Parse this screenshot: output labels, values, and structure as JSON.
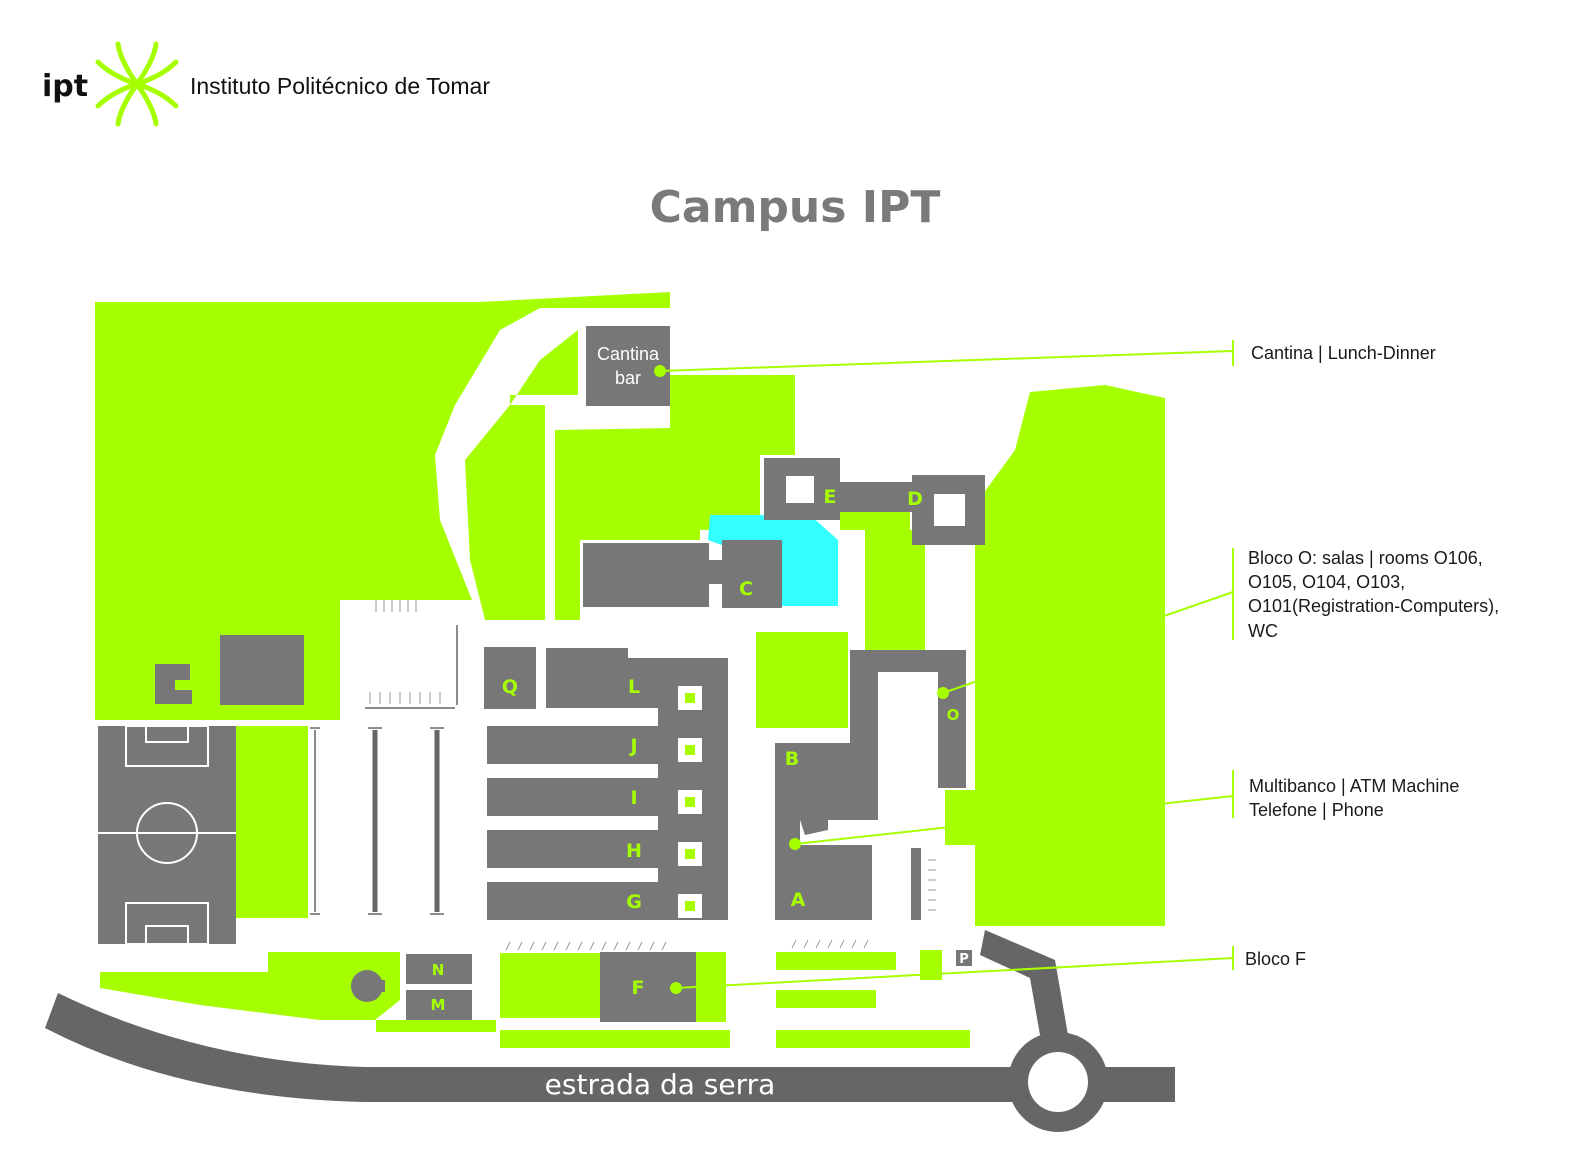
{
  "header": {
    "logo_abbr": "ipt",
    "institution": "Instituto Politécnico de Tomar",
    "title": "Campus IPT"
  },
  "map": {
    "road_label": "estrada da serra",
    "cantina_block": {
      "line1": "Cantina",
      "line2": "bar"
    },
    "blocks": {
      "A": "A",
      "B": "B",
      "C": "C",
      "D": "D",
      "E": "E",
      "F": "F",
      "G": "G",
      "H": "H",
      "I": "I",
      "J": "J",
      "L": "L",
      "M": "M",
      "N": "N",
      "O": "O",
      "Q": "Q"
    },
    "parking_symbol": "P"
  },
  "legend": {
    "cantina": "Cantina | Lunch-Dinner",
    "bloco_o": {
      "line1": "Bloco O: salas | rooms O106,",
      "line2": "O105, O104, O103,",
      "line3": "O101(Registration-Computers),",
      "line4": "WC"
    },
    "multibanco": {
      "line1": "Multibanco | ATM Machine",
      "line2": "Telefone | Phone"
    },
    "bloco_f": "Bloco F"
  },
  "colors": {
    "green": "#a6ff00",
    "building": "#777777",
    "road": "#666666",
    "water": "#33ffff"
  }
}
